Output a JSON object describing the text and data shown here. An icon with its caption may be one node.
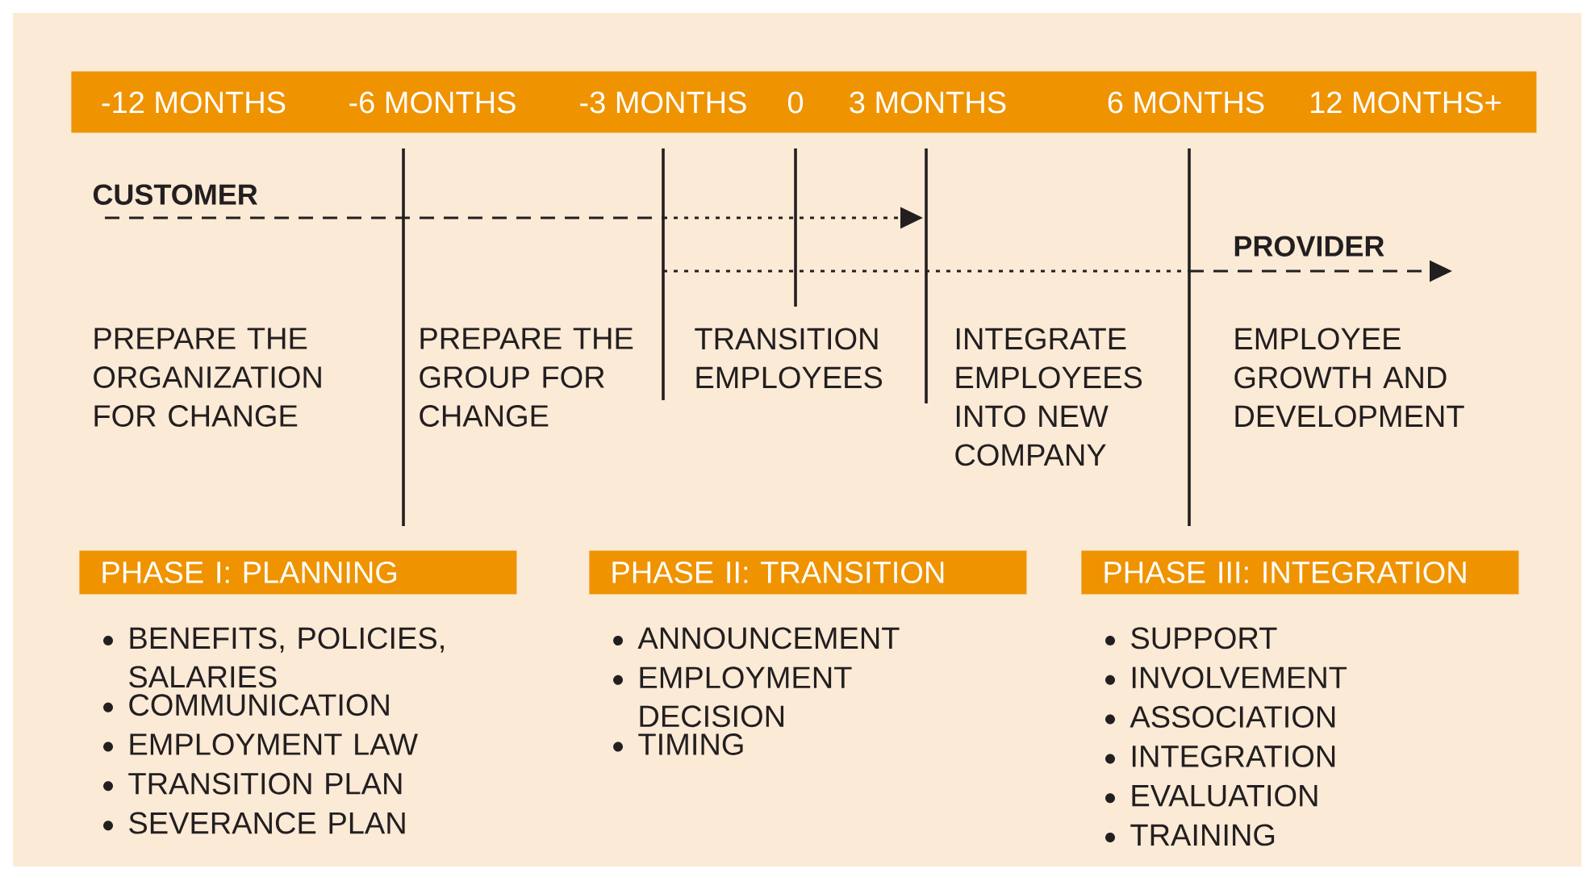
{
  "diagram": {
    "nodes": [
      {
        "text": [
          "-12 MONTHS",
          "-6 MONTHS",
          "-3 MONTHS",
          "0",
          "3 MONTHS",
          "6 MONTHS",
          "12 MONTHS+"
        ]
      },
      {
        "text": [
          "PHASE I: PLANNING"
        ],
        "beside": [
          "BENEFITS, POLICIES, SALARIES",
          "COMMUNICATION",
          "EMPLOYMENT LAW",
          "TRANSITION PLAN",
          "SEVERANCE PLAN"
        ]
      },
      {
        "text": [
          "PHASE II: TRANSITION"
        ],
        "beside": [
          "ANNOUNCEMENT",
          "EMPLOYMENT DECISION",
          "TIMING"
        ]
      },
      {
        "text": [
          "PHASE III: INTEGRATION"
        ],
        "beside": [
          "SUPPORT",
          "INVOLVEMENT",
          "ASSOCIATION",
          "INTEGRATION",
          "EVALUATION",
          "TRAINING"
        ]
      }
    ],
    "labels": [
      "CUSTOMER",
      "PROVIDER",
      "PREPARE THE ORGANIZATION FOR CHANGE",
      "PREPARE THE GROUP FOR CHANGE",
      "TRANSITION EMPLOYEES",
      "INTEGRATE EMPLOYEES INTO NEW COMPANY",
      "EMPLOYEE GROWTH AND DEVELOPMENT"
    ]
  }
}
